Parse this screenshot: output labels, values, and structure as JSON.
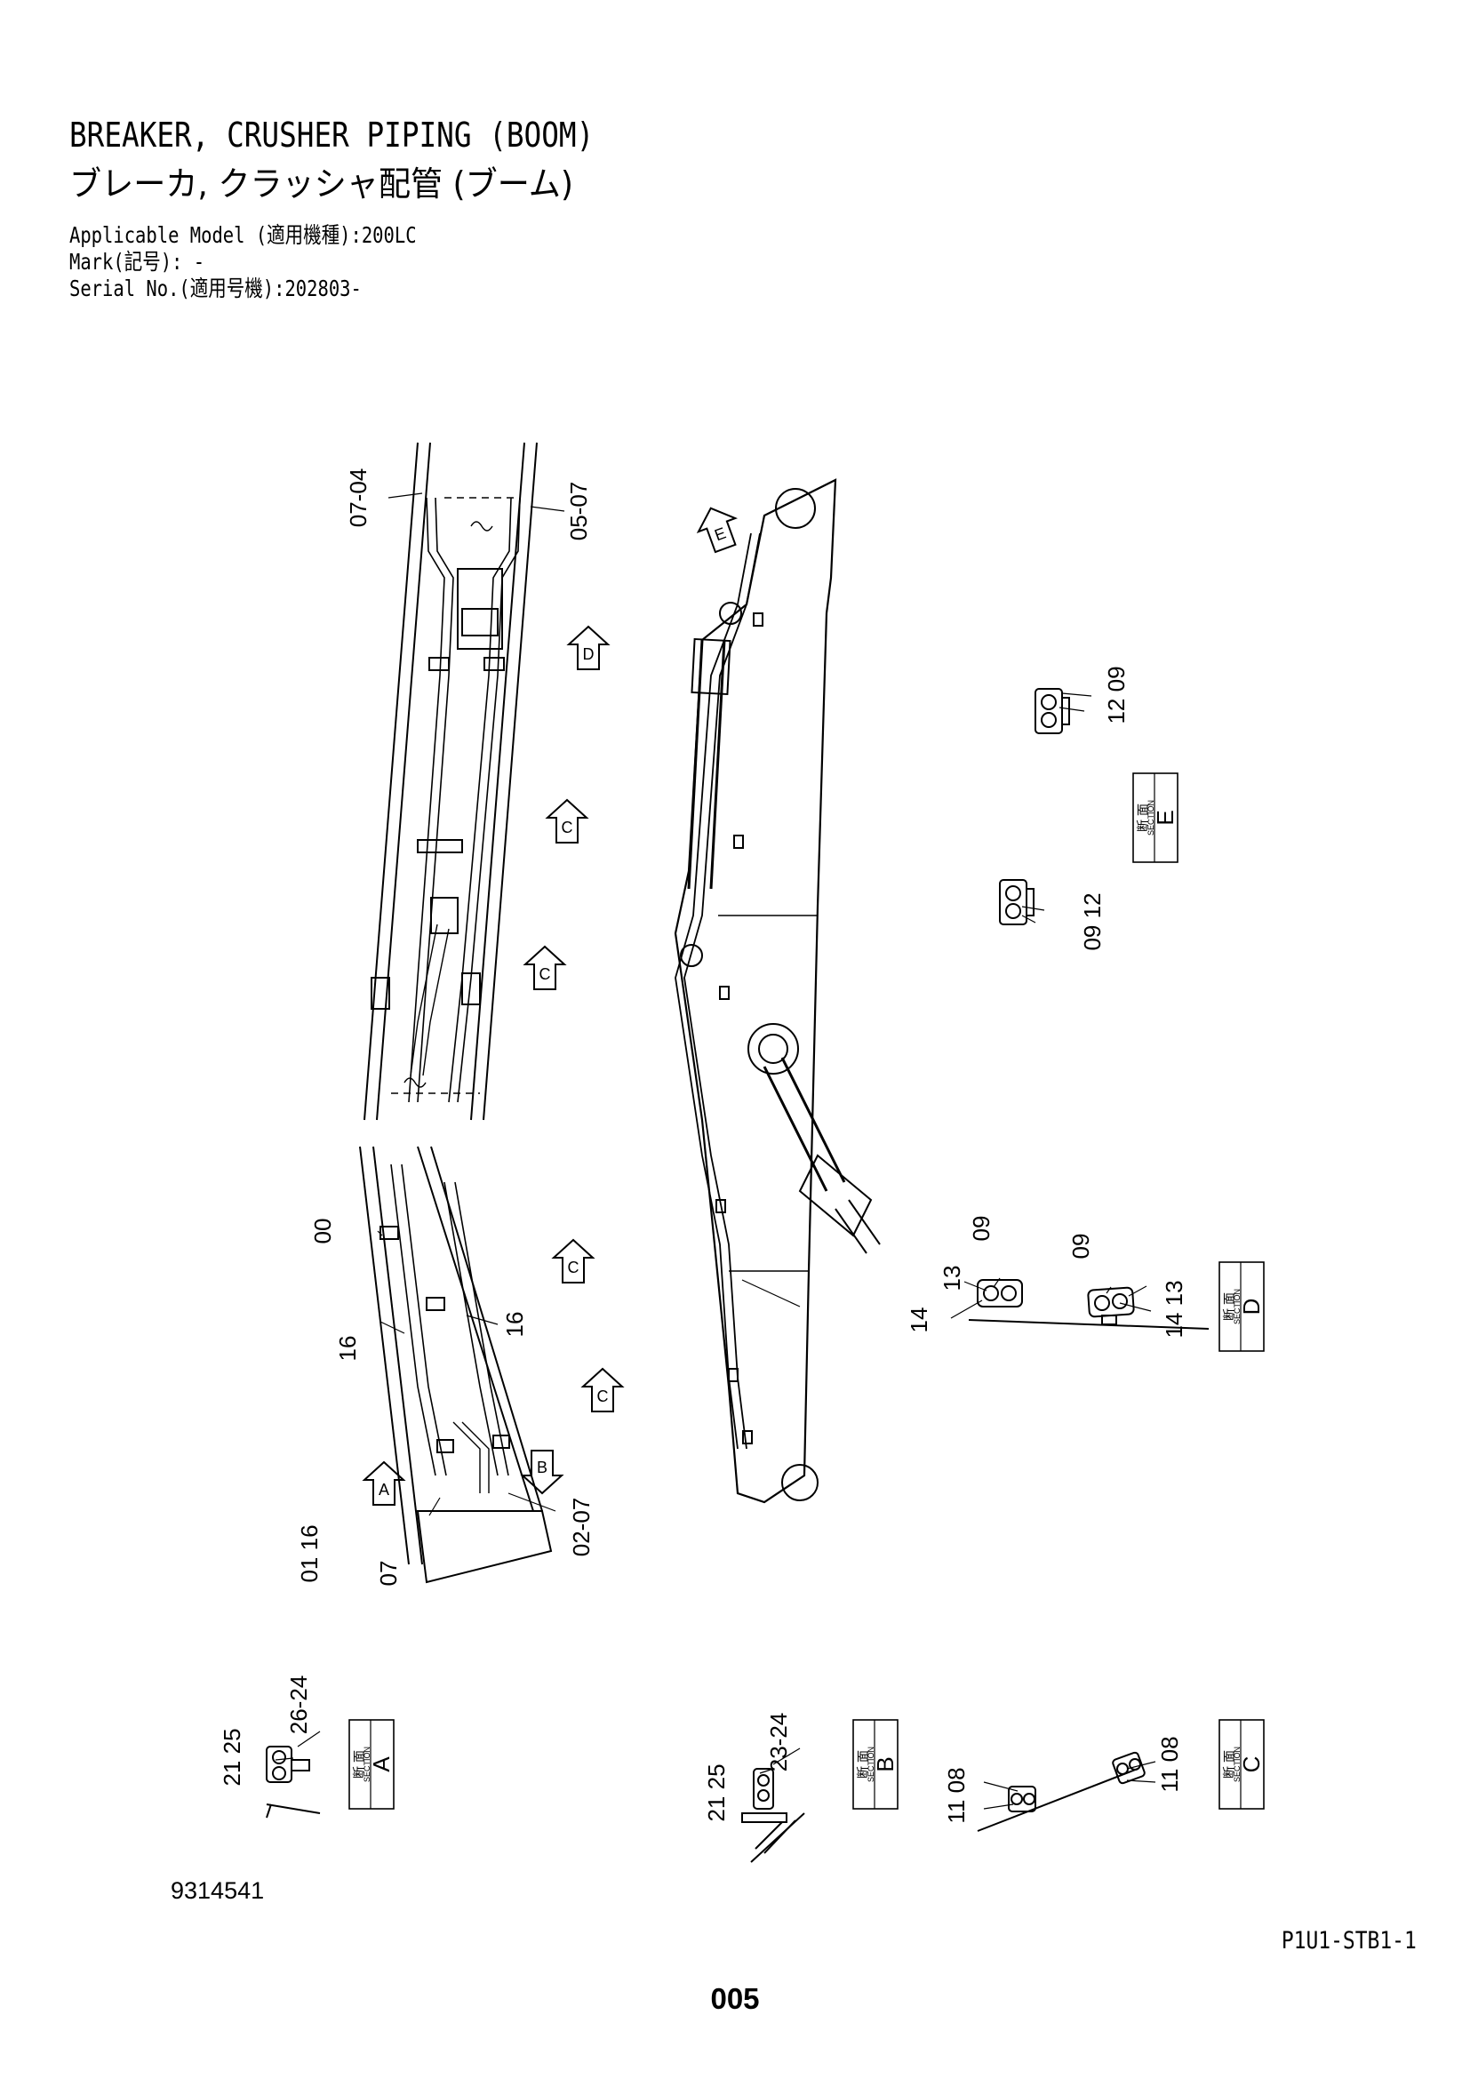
{
  "header": {
    "title_en": "BREAKER, CRUSHER PIPING (BOOM)",
    "title_jp": "ブレーカ, クラッシャ配管 (ブーム)",
    "applicable_model": "Applicable Model (適用機種):200LC",
    "mark": "Mark(記号): -",
    "serial_no": "Serial No.(適用号機):202803-"
  },
  "callouts": {
    "c0704": "07-04",
    "c0507": "05-07",
    "c00": "00",
    "c16a": "16",
    "c16b": "16",
    "c0116": "01 16",
    "c07b": "07",
    "c0207": "02-07",
    "e1209": "12 09",
    "e0912": "09 12",
    "d_09a": "09",
    "d_1314a": "13",
    "d_14a": "14",
    "d_09b": "09",
    "d_1413b": "14 13",
    "a_2125": "21 25",
    "a_2624": "26-24",
    "b_2125": "21 25",
    "b_2324": "23-24",
    "c_1108a": "11 08",
    "c_1108b": "11 08"
  },
  "view_arrows": [
    "E",
    "D",
    "C",
    "C",
    "C",
    "C",
    "A",
    "B"
  ],
  "sections": {
    "kanji": "断 面",
    "word": "SECTION",
    "letters": [
      "E",
      "D",
      "A",
      "B",
      "C"
    ]
  },
  "footer": {
    "drawing_no": "9314541",
    "sheet_code": "P1U1-STB1-1",
    "page_no": "005"
  }
}
